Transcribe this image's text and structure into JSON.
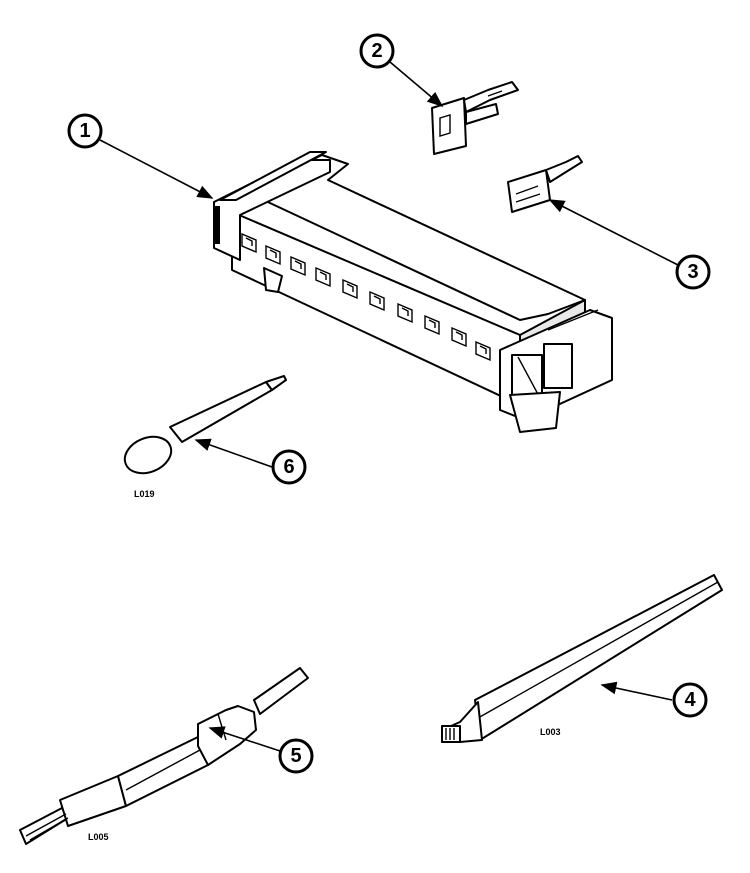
{
  "callouts": [
    {
      "id": "1",
      "label": "1"
    },
    {
      "id": "2",
      "label": "2"
    },
    {
      "id": "3",
      "label": "3"
    },
    {
      "id": "4",
      "label": "4"
    },
    {
      "id": "5",
      "label": "5"
    },
    {
      "id": "6",
      "label": "6"
    }
  ],
  "part_codes": {
    "tool_6": "L019",
    "tool_4": "L003",
    "tool_5": "L005"
  }
}
